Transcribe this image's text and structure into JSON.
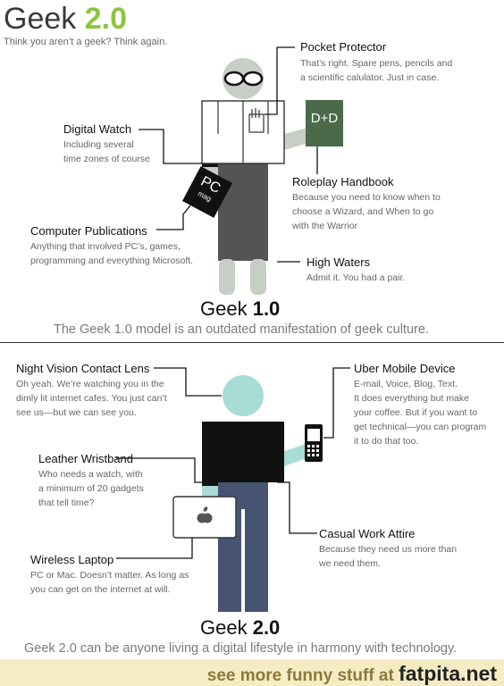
{
  "header": {
    "title_part1": "Geek ",
    "title_part2": "2.0",
    "subtitle": "Think you aren’t a geek?  Think again."
  },
  "geek1": {
    "labels": [
      {
        "heading": "Pocket Protector",
        "desc": [
          "That’s right.  Spare pens, pencils and",
          "a scientific calulator.  Just in case."
        ]
      },
      {
        "heading": "Digital Watch",
        "desc": [
          "Including several",
          "time zones of course"
        ]
      },
      {
        "heading": "Roleplay Handbook",
        "desc": [
          "Because you need to know when to",
          "choose a Wizard, and When to go",
          "with the Warrior"
        ]
      },
      {
        "heading": "Computer Publications",
        "desc": [
          "Anything that involved PC’s, games,",
          "programming and everything Microsoft."
        ]
      },
      {
        "heading": "High Waters",
        "desc": [
          "Admit it.  You had a pair."
        ]
      }
    ],
    "book_text": "D+D",
    "mag_text_big": "PC",
    "mag_text_small": "mag",
    "model_prefix": "Geek ",
    "model_version": "1.0",
    "caption": "The Geek 1.0 model is an outdated manifestation of geek culture."
  },
  "geek2": {
    "labels": [
      {
        "heading": "Night Vision Contact Lens",
        "desc": [
          "Oh yeah.  We’re watching you in the",
          "dimly lit internet cafes.  You just can’t",
          "see us—but we can see you."
        ]
      },
      {
        "heading": "Uber Mobile Device",
        "desc": [
          "E-mail, Voice, Blog, Text.",
          "It does everything but make",
          "your coffee.  But if you want to",
          "get technical—you can program",
          "it to do that too."
        ]
      },
      {
        "heading": "Leather Wristband",
        "desc": [
          "Who needs a watch, with",
          "a minimum of 20 gadgets",
          "that tell time?"
        ]
      },
      {
        "heading": "Casual Work Attire",
        "desc": [
          "Because they need us more than",
          "we need them."
        ]
      },
      {
        "heading": "Wireless Laptop",
        "desc": [
          "PC or Mac.  Doesn’t matter.  As long as",
          "you can get on the internet at will."
        ]
      }
    ],
    "model_prefix": "Geek ",
    "model_version": "2.0",
    "caption": "Geek 2.0 can be anyone living a digital lifestyle in harmony with technology."
  },
  "footer": {
    "text": "see more funny stuff at ",
    "site": "fatpita.net"
  },
  "colors": {
    "accent_green": "#8cc63f",
    "geek1_skin": "#c6cec6",
    "geek1_pants": "#545454",
    "book_green": "#4a6a4a",
    "geek2_skin": "#a8dcd6",
    "geek2_pants": "#465472",
    "footer_bg": "#f6ecc4"
  }
}
